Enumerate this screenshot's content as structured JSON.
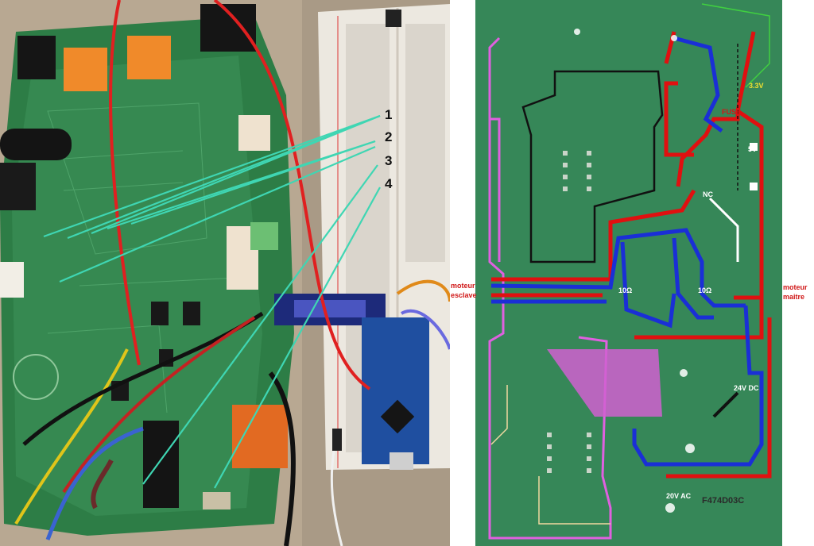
{
  "callouts": {
    "numbers": [
      "1",
      "2",
      "3",
      "4"
    ],
    "line_color": "#3fd6b3"
  },
  "board_labels": {
    "motor_slave_line1": "moteur",
    "motor_slave_line2": "esclave",
    "motor_master_line1": "moteur",
    "motor_master_line2": "maitre",
    "fuse": "FUSE",
    "v33": "3.3V",
    "v5": "5V",
    "nc": "NC",
    "v24dc": "24V DC",
    "v20ac": "20V AC",
    "r_left": "10Ω",
    "r_right": "10Ω",
    "board_code": "F474D03C"
  },
  "colors": {
    "pcb_green": "#2f8a55",
    "trace_red": "#e01010",
    "trace_blue": "#1a2fd6",
    "trace_magenta": "#e060e0",
    "trace_black": "#111111",
    "breadboard": "#ece8e0",
    "arduino_blue": "#1f4fa0"
  }
}
